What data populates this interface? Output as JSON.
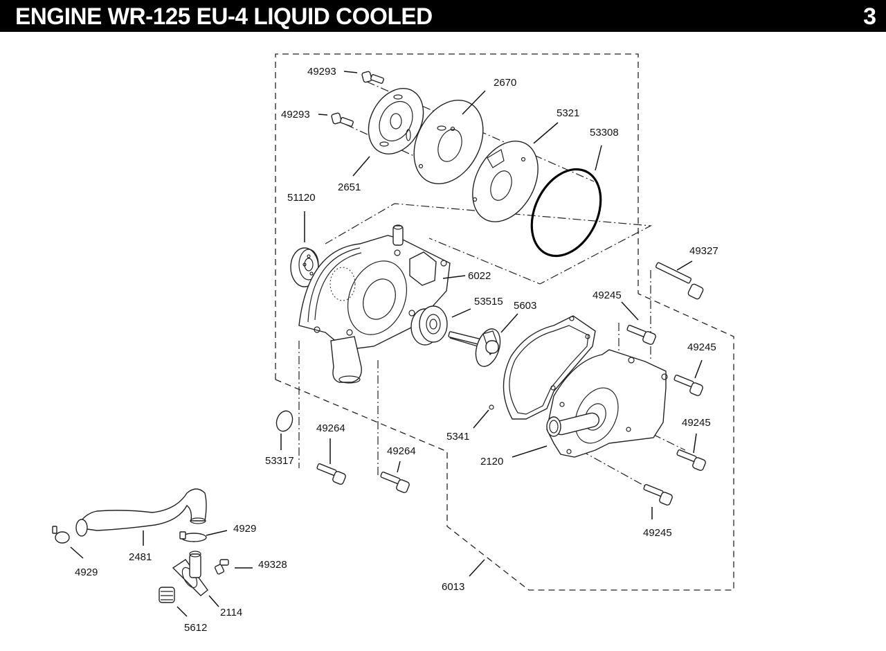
{
  "header": {
    "title": "ENGINE WR-125 EU-4 LIQUID COOLED",
    "page_number": "3"
  },
  "diagram": {
    "type": "exploded-parts-diagram",
    "subject": "Water pump assembly",
    "callouts": [
      {
        "id": "c1",
        "part_number": "49293",
        "part": "bolt (upper)"
      },
      {
        "id": "c2",
        "part_number": "49293",
        "part": "bolt (lower)"
      },
      {
        "id": "c3",
        "part_number": "2670",
        "part": "plate"
      },
      {
        "id": "c4",
        "part_number": "5321",
        "part": "gasket plate"
      },
      {
        "id": "c5",
        "part_number": "53308",
        "part": "o-ring"
      },
      {
        "id": "c6",
        "part_number": "2651",
        "part": "cover flange"
      },
      {
        "id": "c7",
        "part_number": "51120",
        "part": "bearing"
      },
      {
        "id": "c8",
        "part_number": "6022",
        "part": "pump housing"
      },
      {
        "id": "c9",
        "part_number": "53515",
        "part": "seal"
      },
      {
        "id": "c10",
        "part_number": "5603",
        "part": "impeller"
      },
      {
        "id": "c11",
        "part_number": "49327",
        "part": "long bolt"
      },
      {
        "id": "c12",
        "part_number": "49245",
        "part": "bolt (top)"
      },
      {
        "id": "c13",
        "part_number": "49245",
        "part": "bolt (right upper)"
      },
      {
        "id": "c14",
        "part_number": "49245",
        "part": "bolt (right lower)"
      },
      {
        "id": "c15",
        "part_number": "49245",
        "part": "bolt (bottom)"
      },
      {
        "id": "c16",
        "part_number": "5341",
        "part": "gasket"
      },
      {
        "id": "c17",
        "part_number": "2120",
        "part": "pump cover"
      },
      {
        "id": "c18",
        "part_number": "53317",
        "part": "plug"
      },
      {
        "id": "c19",
        "part_number": "49264",
        "part": "bolt (left)"
      },
      {
        "id": "c20",
        "part_number": "49264",
        "part": "bolt (right)"
      },
      {
        "id": "c21",
        "part_number": "4929",
        "part": "hose clamp (right)"
      },
      {
        "id": "c22",
        "part_number": "4929",
        "part": "hose clamp (left)"
      },
      {
        "id": "c23",
        "part_number": "2481",
        "part": "coolant hose"
      },
      {
        "id": "c24",
        "part_number": "49328",
        "part": "screw"
      },
      {
        "id": "c25",
        "part_number": "2114",
        "part": "thermostat housing"
      },
      {
        "id": "c26",
        "part_number": "5612",
        "part": "thermostat"
      },
      {
        "id": "c27",
        "part_number": "6013",
        "part": "water pump assembly"
      }
    ]
  }
}
